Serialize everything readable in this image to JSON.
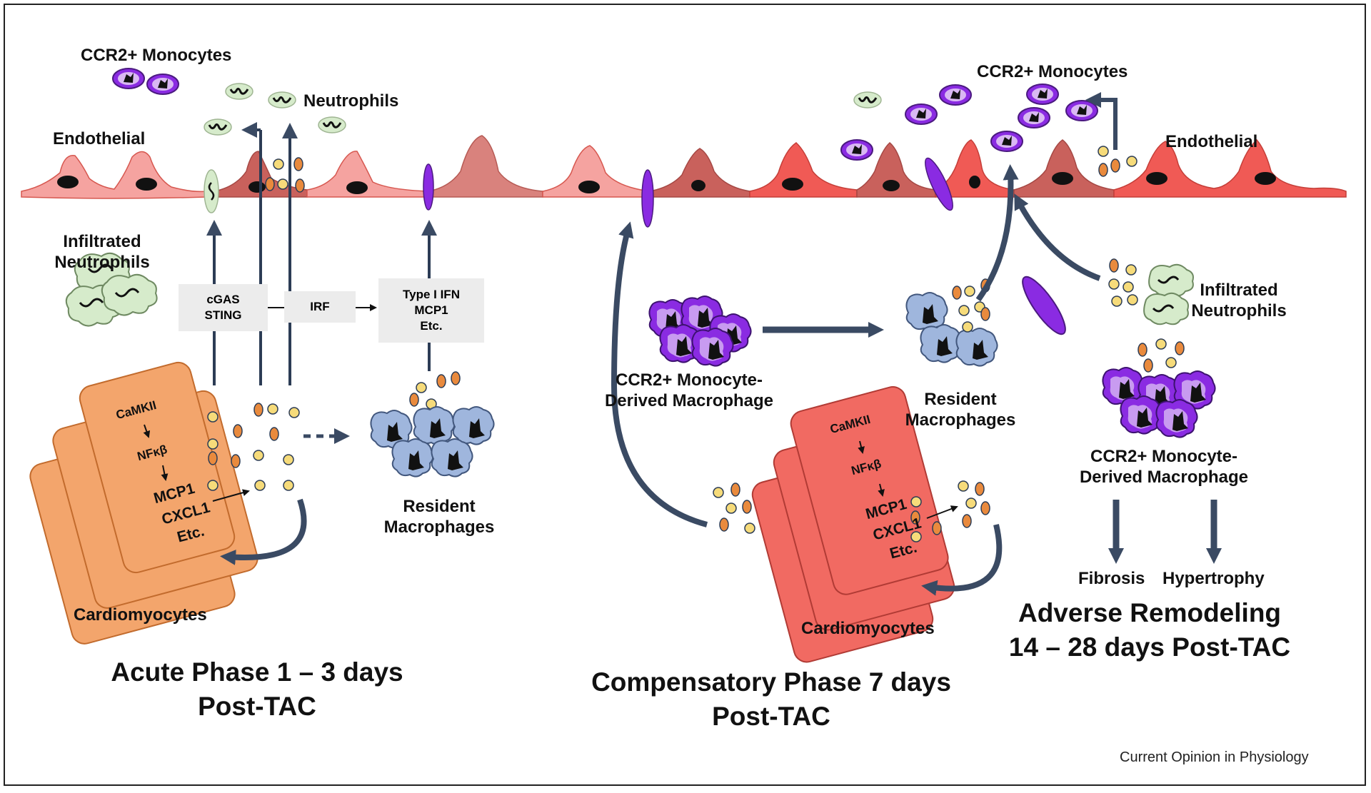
{
  "figure": {
    "credit": "Current Opinion in Physiology",
    "colors": {
      "endothelial_pink": "#f5a3a0",
      "endothelial_red": "#f05a55",
      "endothelial_dark": "#c9615c",
      "cardiomyocyte_orange": "#f3a56c",
      "cardiomyocyte_red": "#f16a62",
      "arrow_dark": "#3a4a63",
      "monocyte_purple": "#8a2be2",
      "macrophage_blue": "#9fb6dd",
      "neutrophil_green": "#d6ebcb",
      "chemokine_orange": "#e98a3d",
      "chemokine_yellow": "#f6db7a"
    }
  },
  "acute": {
    "ccr2_monocytes": "CCR2+ Monocytes",
    "neutrophils": "Neutrophils",
    "endothelial": "Endothelial",
    "infiltrated_line1": "Infiltrated",
    "infiltrated_line2": "Neutrophils",
    "box_cgas_line1": "cGAS",
    "box_cgas_line2": "STING",
    "box_irf": "IRF",
    "box_ifn_line1": "Type I IFN",
    "box_ifn_line2": "MCP1",
    "box_ifn_line3": "Etc.",
    "cell_camkii": "CaMKII",
    "cell_nfkb": "NFκβ",
    "cell_mcp1": "MCP1",
    "cell_cxcl1": "CXCL1",
    "cell_etc": "Etc.",
    "cardiomyocytes": "Cardiomyocytes",
    "resident_line1": "Resident",
    "resident_line2": "Macrophages",
    "phase_line1": "Acute Phase 1 – 3 days",
    "phase_line2": "Post-TAC"
  },
  "compensatory": {
    "mono_mac_line1": "CCR2+ Monocyte-",
    "mono_mac_line2": "Derived Macrophage",
    "resident_line1": "Resident",
    "resident_line2": "Macrophages",
    "cell_camkii": "CaMKII",
    "cell_nfkb": "NFκβ",
    "cell_mcp1": "MCP1",
    "cell_cxcl1": "CXCL1",
    "cell_etc": "Etc.",
    "cardiomyocytes": "Cardiomyocytes",
    "phase_line1": "Compensatory Phase 7 days",
    "phase_line2": "Post-TAC"
  },
  "adverse": {
    "ccr2_monocytes": "CCR2+ Monocytes",
    "endothelial": "Endothelial",
    "infiltrated_line1": "Infiltrated",
    "infiltrated_line2": "Neutrophils",
    "mono_mac_line1": "CCR2+ Monocyte-",
    "mono_mac_line2": "Derived Macrophage",
    "fibrosis": "Fibrosis",
    "hypertrophy": "Hypertrophy",
    "phase_line1": "Adverse Remodeling",
    "phase_line2": "14 – 28 days Post-TAC"
  }
}
